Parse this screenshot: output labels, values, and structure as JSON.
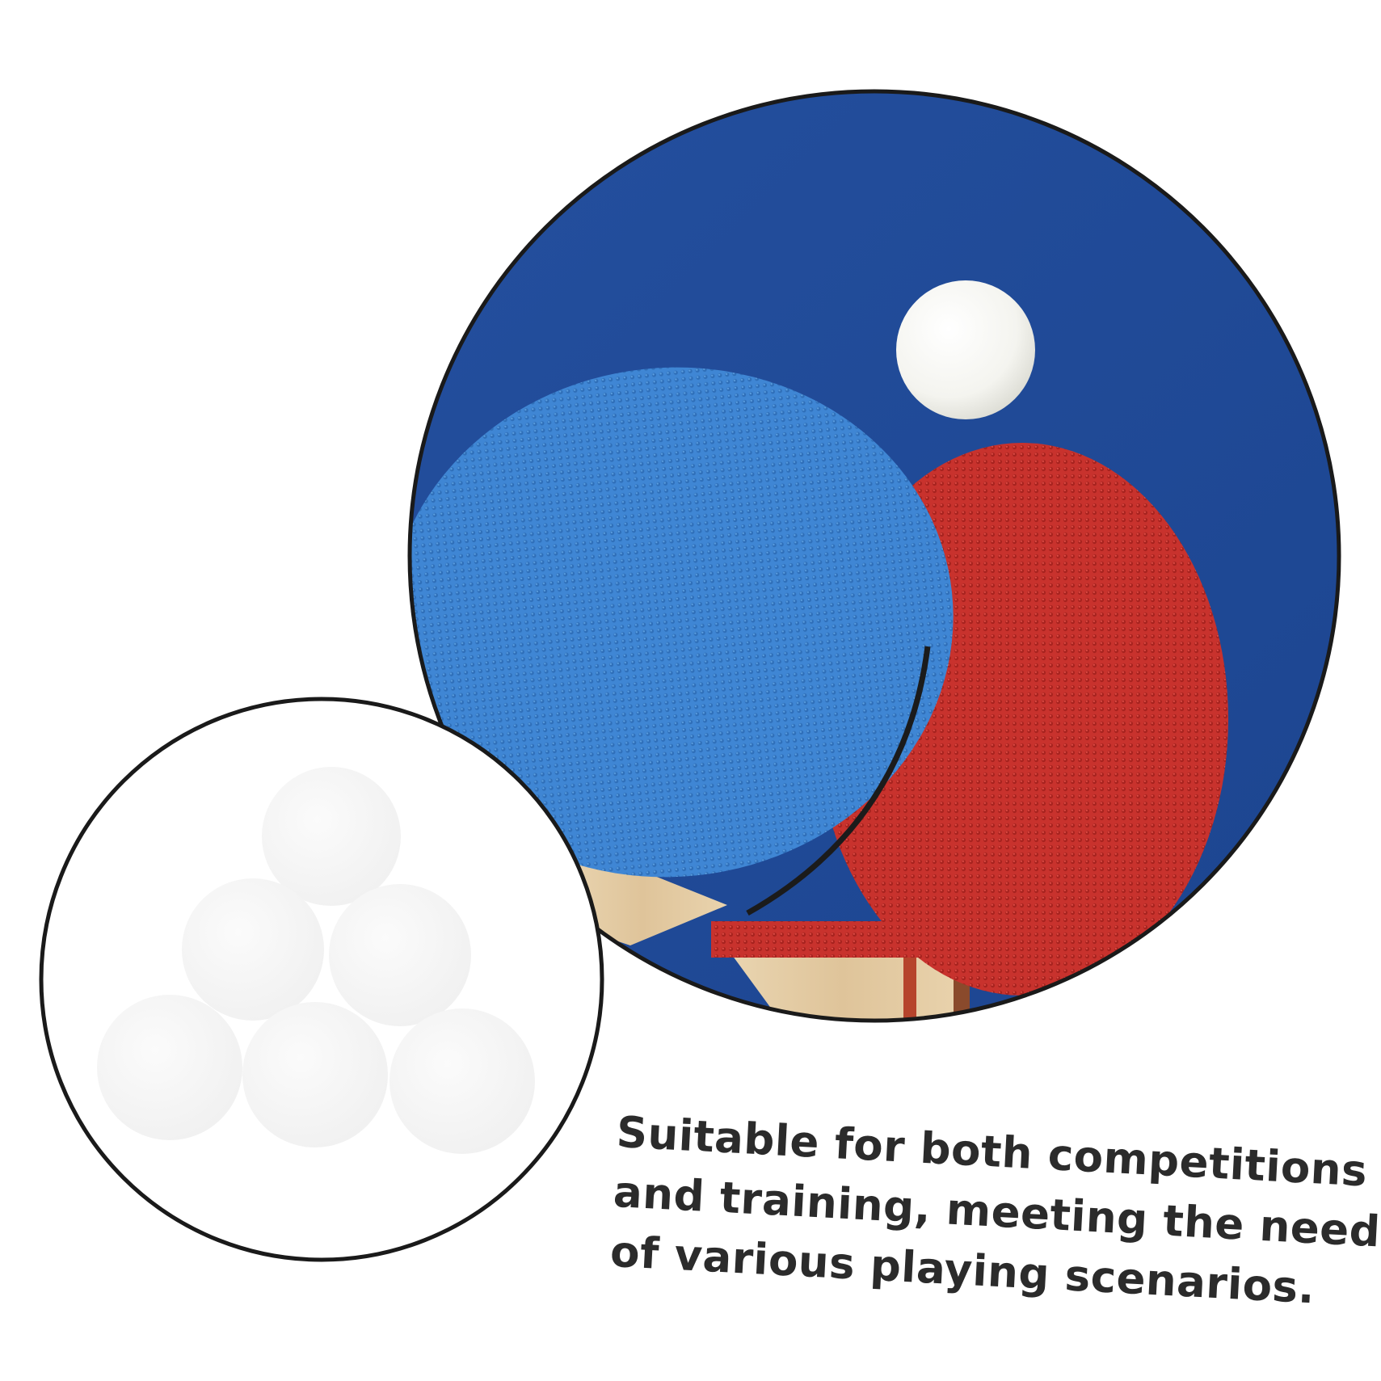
{
  "caption": {
    "line1": "Suitable for both competitions",
    "line2": "and training, meeting the needs",
    "line3": "of various playing scenarios."
  },
  "colors": {
    "background": "#ffffff",
    "table_blue": "#1f4b9a",
    "paddle_blue_rubber": "#3f86d4",
    "paddle_red_rubber": "#c8322d",
    "wood": "#e6cfa8",
    "ball": "#f7f7f4",
    "circle_border": "#1a1a1a",
    "caption_text": "#2b2b2b"
  },
  "icons": {
    "big_photo": "ping-pong-paddles-and-ball-photo",
    "small_photo": "white-ping-pong-balls-cluster"
  }
}
